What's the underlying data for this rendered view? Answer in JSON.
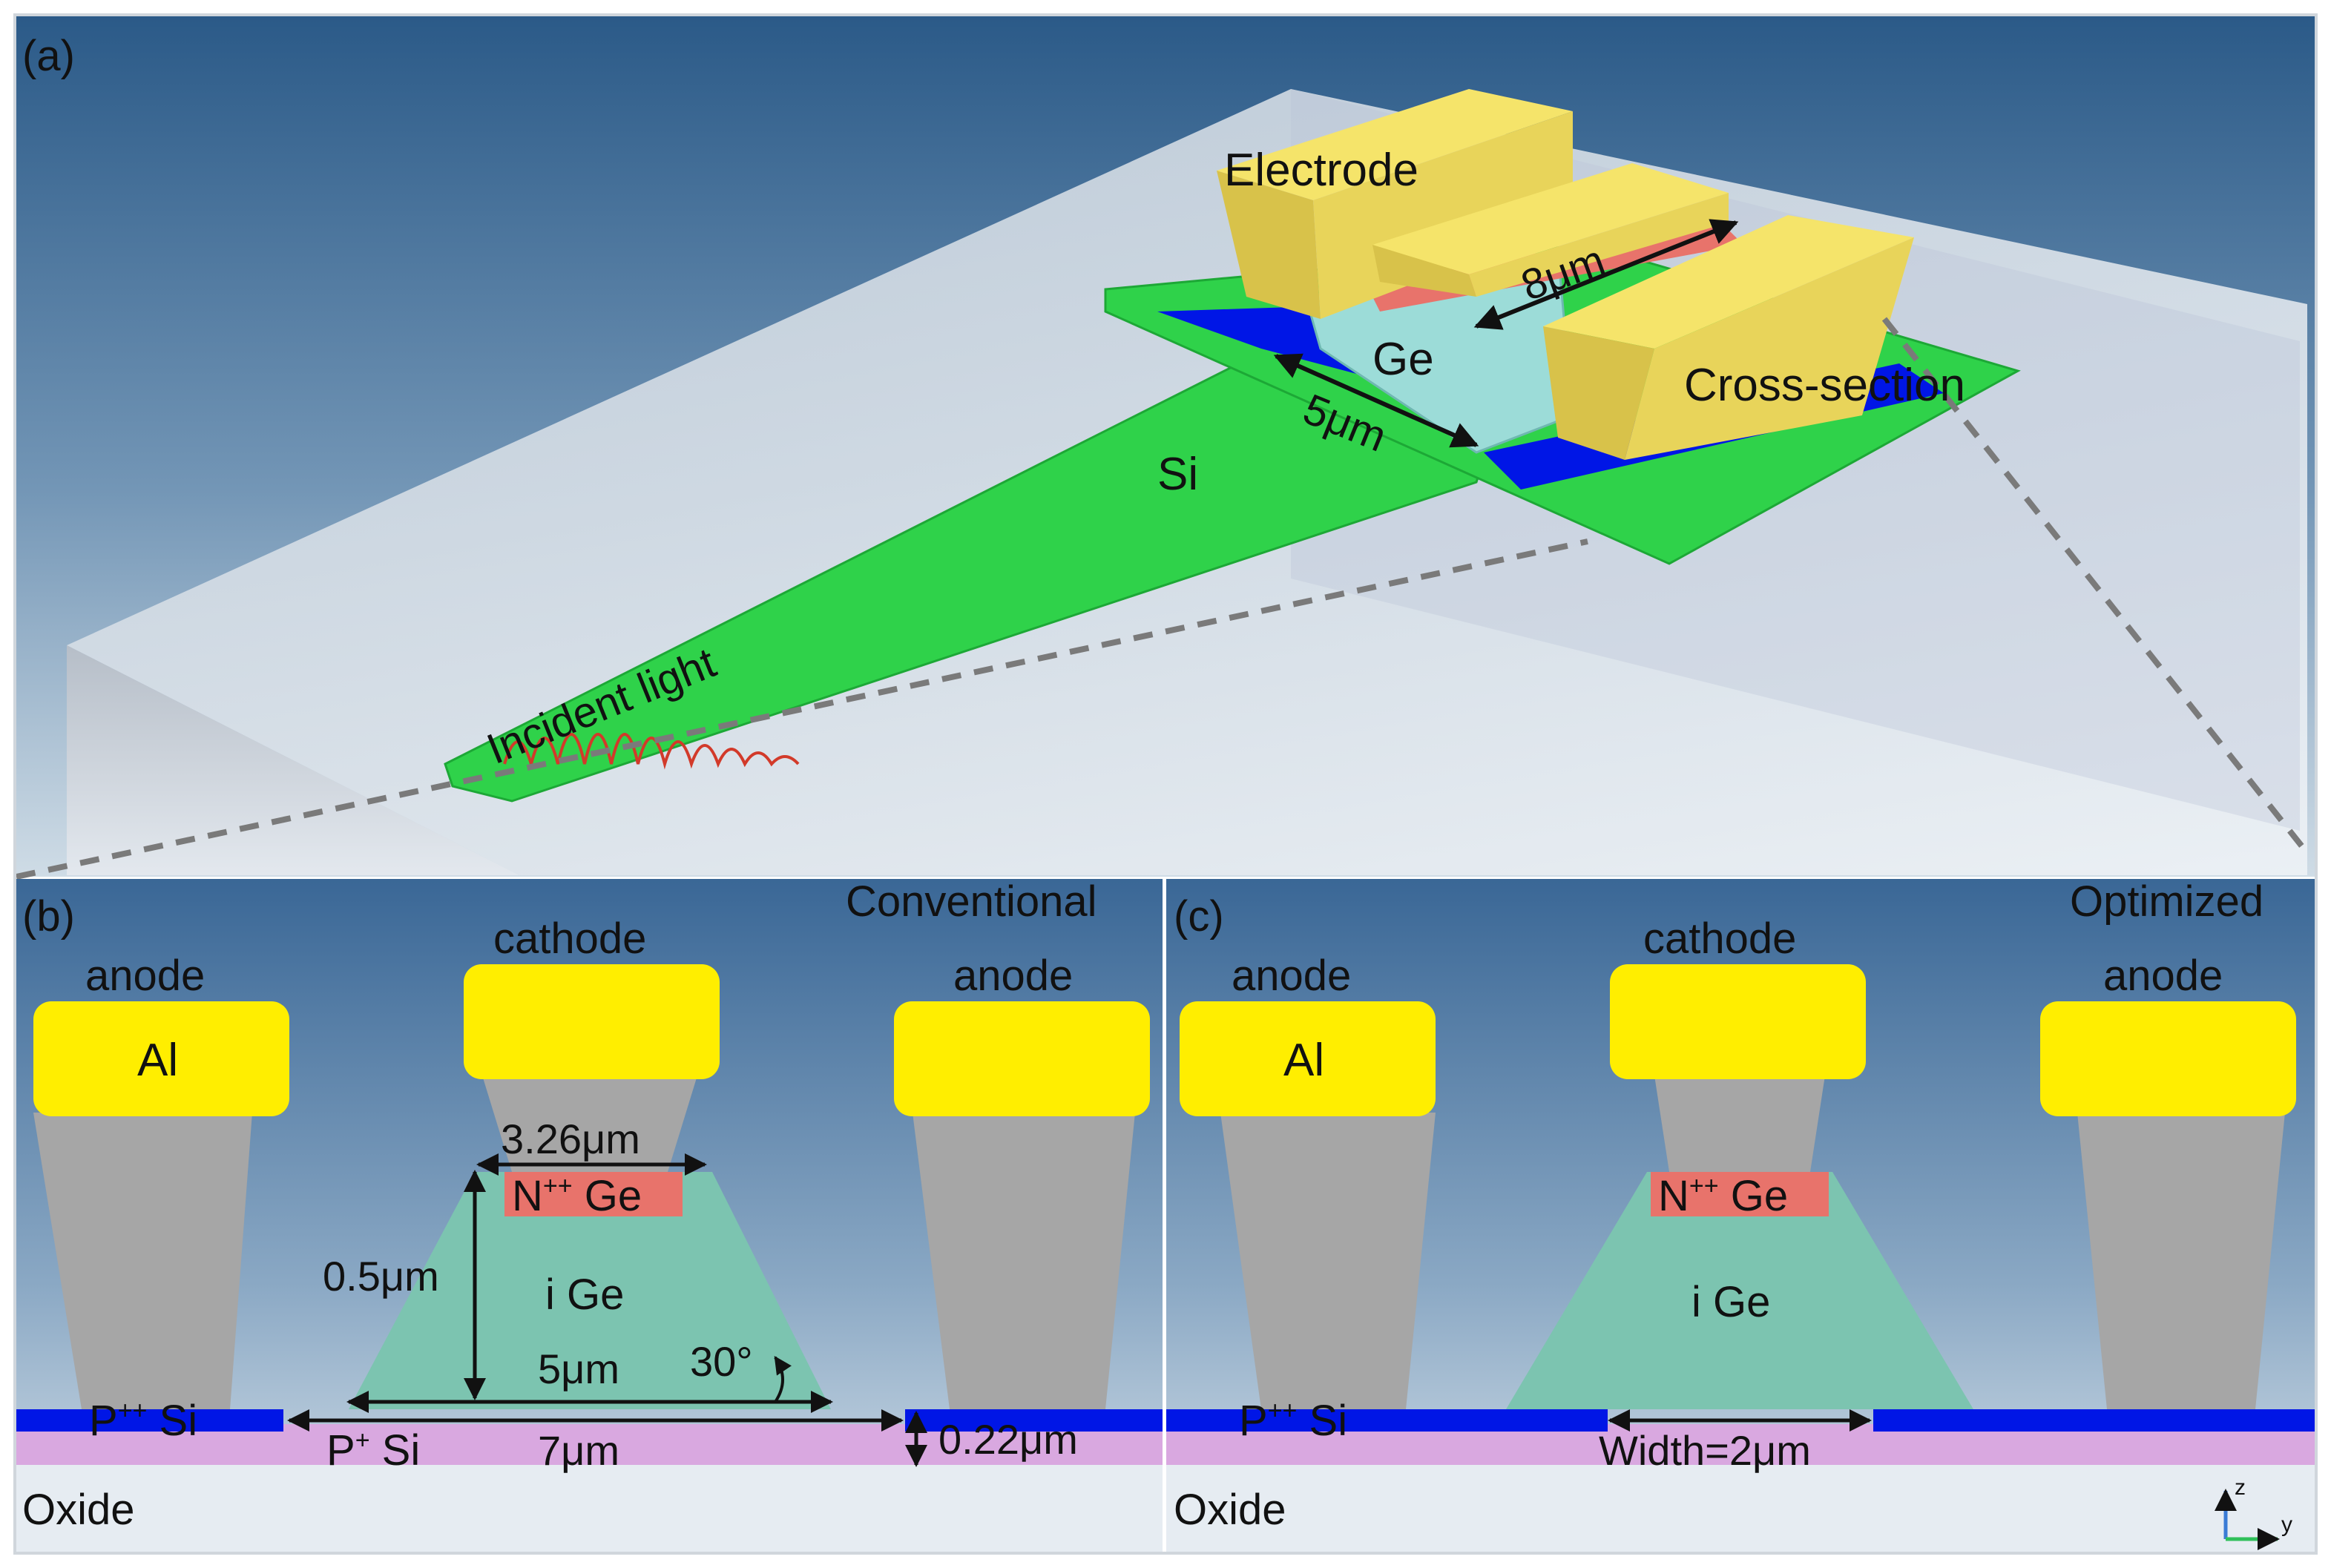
{
  "colors": {
    "background_top": "#2f5e8c",
    "background_bottom": "#c8d8e4",
    "wafer": "#dfe6ee",
    "silicon_green": "#2fd24a",
    "germanium": "#9cdcd8",
    "germanium_cross_section": "#7cc4b0",
    "electrode_yellow": "#ffee00",
    "electrode_3d": "#e8d45a",
    "doped_n_red": "#e8736b",
    "p_doped_si_blue": "#0016e6",
    "oxide_pink": "#d9a8e0",
    "via_gray": "#a6a6a6",
    "dimension_arrow": "#111111",
    "light_wave": "#d23a2a"
  },
  "panel_a": {
    "label": "(a)",
    "electrode": "Electrode",
    "dim_length": "8μm",
    "ge": "Ge",
    "dim_width": "5μm",
    "si": "Si",
    "cross_section": "Cross-section",
    "incident_light": "Incident light"
  },
  "panel_b": {
    "label": "(b)",
    "title": "Conventional",
    "anode_left": "anode",
    "anode_right": "anode",
    "cathode": "cathode",
    "al": "Al",
    "dim_top": "3.26μm",
    "n_ge_prefix": "N",
    "n_ge_sup": "++",
    "n_ge_suffix": " Ge",
    "dim_height": "0.5μm",
    "i_ge": "i Ge",
    "dim_bottom": "5μm",
    "angle": "30°",
    "p_si_prefix": "P",
    "p_si_sup": "++",
    "p_si_suffix": " Si",
    "p_plus_prefix": "P",
    "p_plus_sup": "+",
    "p_plus_suffix": " Si",
    "dim_si": "7μm",
    "dim_thickness": "0.22μm",
    "oxide": "Oxide"
  },
  "panel_c": {
    "label": "(c)",
    "title": "Optimized",
    "anode_left": "anode",
    "anode_right": "anode",
    "cathode": "cathode",
    "al": "Al",
    "n_ge_prefix": "N",
    "n_ge_sup": "++",
    "n_ge_suffix": " Ge",
    "i_ge": "i Ge",
    "p_si_prefix": "P",
    "p_si_sup": "++",
    "p_si_suffix": " Si",
    "dim_width": "Width=2μm",
    "oxide": "Oxide",
    "axis_z": "z",
    "axis_y": "y"
  }
}
